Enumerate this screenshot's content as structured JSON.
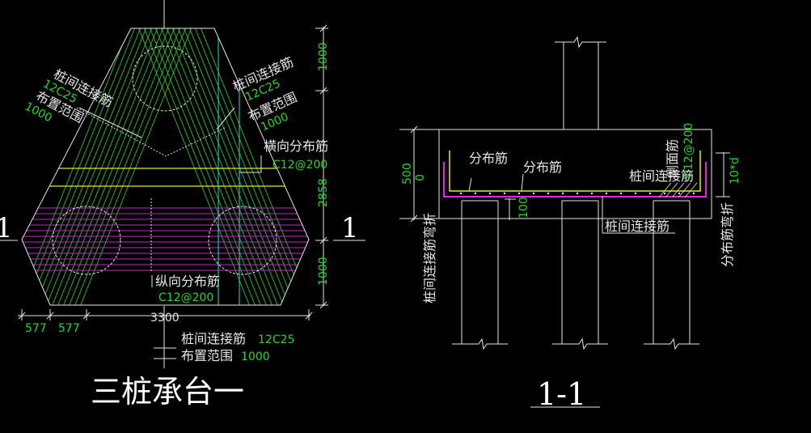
{
  "colors": {
    "background": "#000000",
    "outline": "#e6e6e6",
    "diagonal_bars": "#2fd12f",
    "horizontal_bars": "#c02ec0",
    "transverse_bar": "#e8e82a",
    "pile_circle": "#e6e6e6",
    "cyan_line": "#2ed8d8",
    "dimension_text": "#2fd12f"
  },
  "plan": {
    "title": "三桩承台一",
    "section_mark": "1",
    "labels": {
      "link_left": "桩间连接筋",
      "link_left_spec": "12C25",
      "range_left": "布置范围",
      "range_left_value": "1000",
      "link_right": "桩间连接筋",
      "link_right_spec": "12C25",
      "range_right": "布置范围",
      "range_right_value": "1000",
      "transverse": "横向分布筋",
      "transverse_spec": "C12@200",
      "longitudinal": "纵向分布筋",
      "longitudinal_spec": "C12@200",
      "link_bottom": "桩间连接筋",
      "link_bottom_spec": "12C25",
      "range_bottom": "布置范围",
      "range_bottom_value": "1000"
    },
    "dimensions": {
      "right_top": "1000",
      "right_middle": "2858",
      "right_bottom": "1000",
      "bottom_left_1": "577",
      "bottom_left_2": "577",
      "bottom_total": "3300"
    }
  },
  "section": {
    "title": "1-1",
    "labels": {
      "distribution_1": "分布筋",
      "distribution_2": "分布筋",
      "side_bar": "侧面筋",
      "side_bar_spec": "C12@200",
      "link_top": "桩间连接筋",
      "link_bottom": "桩间连接筋",
      "link_bend": "桩间连接筋弯折",
      "dist_bend": "分布筋弯折",
      "bend_length": "10*d"
    },
    "dimensions": {
      "height": "500",
      "cover": "0",
      "embed": "100"
    }
  }
}
